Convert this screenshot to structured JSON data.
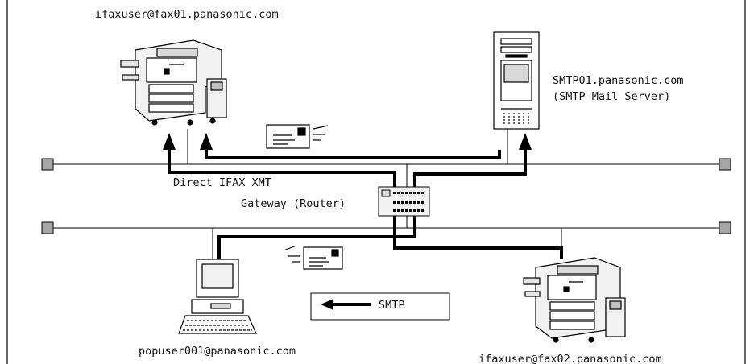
{
  "diagram": {
    "devices": {
      "fax1": {
        "address": "ifaxuser@fax01.panasonic.com"
      },
      "fax2": {
        "address": "ifaxuser@fax02.panasonic.com"
      },
      "server": {
        "name": "SMTP01.panasonic.com",
        "role": "(SMTP Mail Server)"
      },
      "pc": {
        "address": "popuser001@panasonic.com"
      },
      "router": {
        "label": "Gateway (Router)"
      }
    },
    "labels": {
      "direct": "Direct IFAX XMT"
    },
    "legend": {
      "label": "SMTP"
    }
  }
}
